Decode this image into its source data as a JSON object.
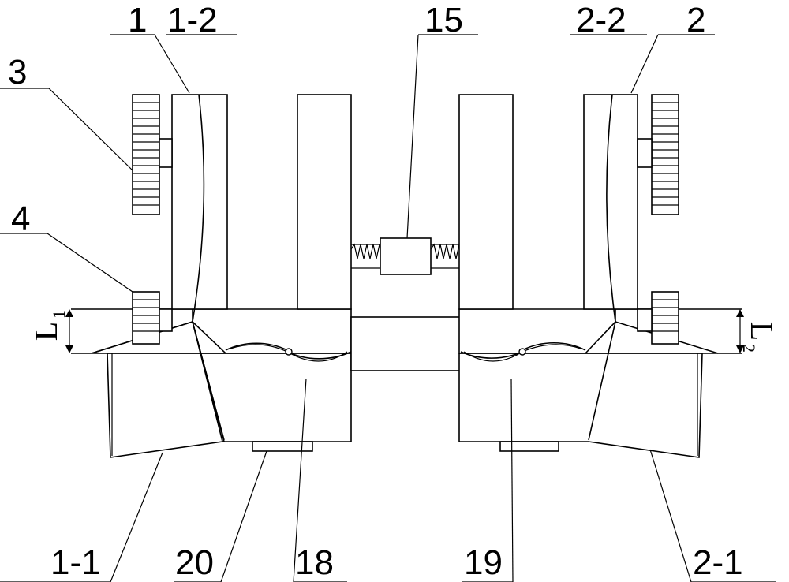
{
  "labels": {
    "l1": "1",
    "l1_2": "1-2",
    "l15": "15",
    "l2_2": "2-2",
    "l2": "2",
    "l3": "3",
    "l4": "4",
    "l1_1": "1-1",
    "l20": "20",
    "l18": "18",
    "l19": "19",
    "l2_1": "2-1",
    "dim_left_main": "L",
    "dim_left_sub": "1",
    "dim_right_main": "L",
    "dim_right_sub": "2"
  }
}
